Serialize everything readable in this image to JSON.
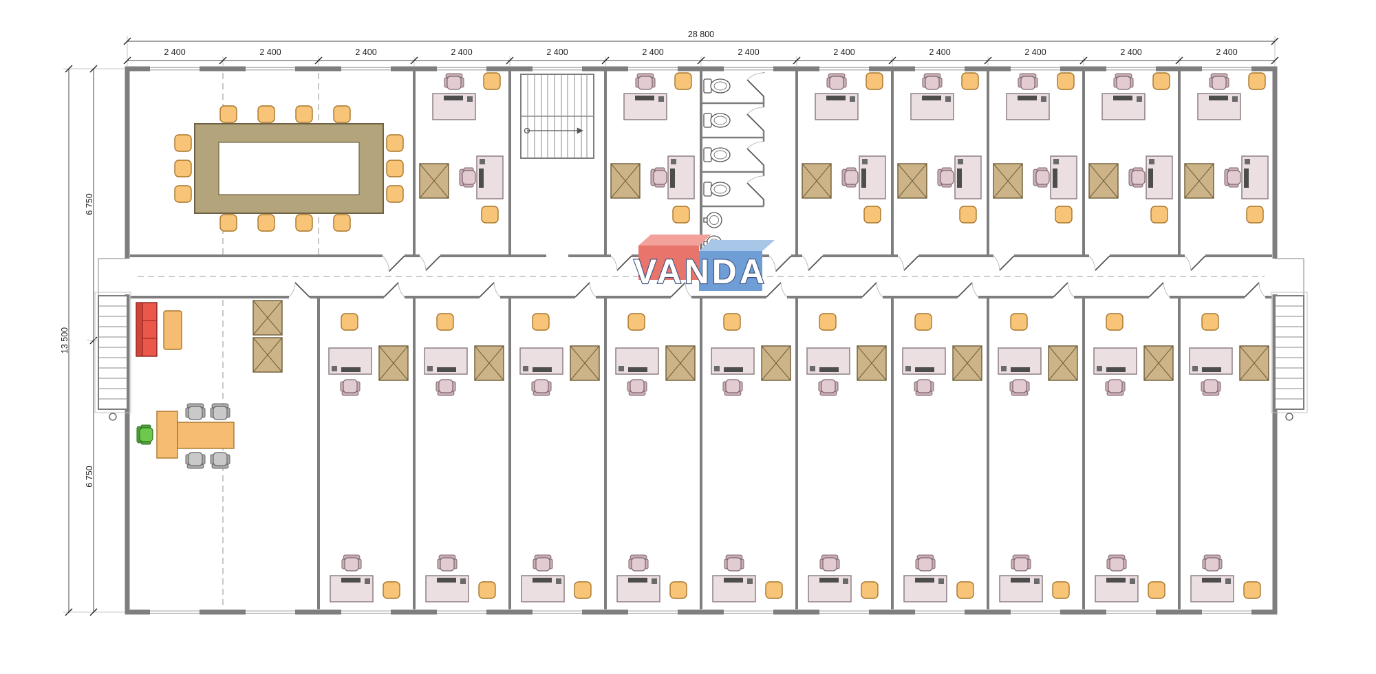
{
  "dims": {
    "total_width": "28 800",
    "bays": [
      "2 400",
      "2 400",
      "2 400",
      "2 400",
      "2 400",
      "2 400",
      "2 400",
      "2 400",
      "2 400",
      "2 400",
      "2 400",
      "2 400"
    ],
    "total_height": "13 500",
    "height_halves": [
      "6 750",
      "6 750"
    ]
  },
  "logo": {
    "text": "VANDA"
  },
  "palette": {
    "wall": "#7e7e7e",
    "dash": "#9a9a9a",
    "dim_text": "#222222",
    "desk": "#ecdfe1",
    "desk_edge": "#86777b",
    "monitor": "#4d4d4d",
    "chair_pink": "#e3ccd1",
    "chair_pink_back": "#cbaeb6",
    "chair_edge": "#7c666c",
    "chair_orange": "#f8c477",
    "chair_orange_edge": "#a8762a",
    "cabinet": "#cdb488",
    "cabinet_edge": "#6d5c38",
    "table": "#b4a47c",
    "table_edge": "#6f6244",
    "sofa": "#ea574b",
    "sofa_dark": "#d0453a",
    "sofa_edge": "#8a2019",
    "coffee": "#f6bd72",
    "logo_red": "#e8756c",
    "logo_red_top": "#f2a29b",
    "logo_blue": "#6f9ed7",
    "logo_blue_top": "#a8c6e8"
  }
}
